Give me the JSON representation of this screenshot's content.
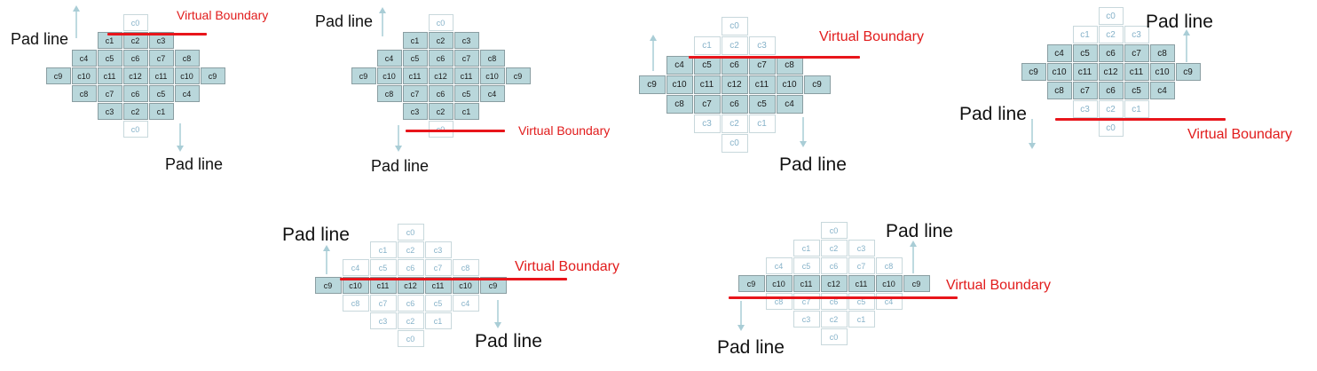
{
  "panels": [
    {
      "virtual_boundary": "Virtual Boundary",
      "pad_line_top": "Pad line",
      "pad_line_bottom": "Pad line",
      "rows": [
        [
          "c0"
        ],
        [
          "c1",
          "c2",
          "c3"
        ],
        [
          "c4",
          "c5",
          "c6",
          "c7",
          "c8"
        ],
        [
          "c9",
          "c10",
          "c11",
          "c12",
          "c11",
          "c10",
          "c9"
        ],
        [
          "c8",
          "c7",
          "c6",
          "c5",
          "c4"
        ],
        [
          "c3",
          "c2",
          "c1"
        ],
        [
          "c0"
        ]
      ],
      "active_rows": [
        false,
        true,
        true,
        true,
        true,
        true,
        false
      ]
    },
    {
      "virtual_boundary": "Virtual Boundary",
      "pad_line_top": "Pad line",
      "pad_line_bottom": "Pad line",
      "rows": [
        [
          "c0"
        ],
        [
          "c1",
          "c2",
          "c3"
        ],
        [
          "c4",
          "c5",
          "c6",
          "c7",
          "c8"
        ],
        [
          "c9",
          "c10",
          "c11",
          "c12",
          "c11",
          "c10",
          "c9"
        ],
        [
          "c8",
          "c7",
          "c6",
          "c5",
          "c4"
        ],
        [
          "c3",
          "c2",
          "c1"
        ],
        [
          "c0"
        ]
      ],
      "active_rows": [
        false,
        true,
        true,
        true,
        true,
        true,
        false
      ]
    },
    {
      "virtual_boundary": "Virtual Boundary",
      "pad_line_bottom": "Pad line",
      "rows": [
        [
          "c0"
        ],
        [
          "c1",
          "c2",
          "c3"
        ],
        [
          "c4",
          "c5",
          "c6",
          "c7",
          "c8"
        ],
        [
          "c9",
          "c10",
          "c11",
          "c12",
          "c11",
          "c10",
          "c9"
        ],
        [
          "c8",
          "c7",
          "c6",
          "c5",
          "c4"
        ],
        [
          "c3",
          "c2",
          "c1"
        ],
        [
          "c0"
        ]
      ],
      "active_rows": [
        false,
        false,
        true,
        true,
        true,
        false,
        false
      ]
    },
    {
      "virtual_boundary": "Virtual Boundary",
      "pad_line_top": "Pad line",
      "pad_line_bottom": "Pad line",
      "rows": [
        [
          "c0"
        ],
        [
          "c1",
          "c2",
          "c3"
        ],
        [
          "c4",
          "c5",
          "c6",
          "c7",
          "c8"
        ],
        [
          "c9",
          "c10",
          "c11",
          "c12",
          "c11",
          "c10",
          "c9"
        ],
        [
          "c8",
          "c7",
          "c6",
          "c5",
          "c4"
        ],
        [
          "c3",
          "c2",
          "c1"
        ],
        [
          "c0"
        ]
      ],
      "active_rows": [
        false,
        false,
        true,
        true,
        true,
        false,
        false
      ]
    },
    {
      "virtual_boundary": "Virtual Boundary",
      "pad_line_top": "Pad line",
      "pad_line_bottom": "Pad line",
      "rows": [
        [
          "c0"
        ],
        [
          "c1",
          "c2",
          "c3"
        ],
        [
          "c4",
          "c5",
          "c6",
          "c7",
          "c8"
        ],
        [
          "c9",
          "c10",
          "c11",
          "c12",
          "c11",
          "c10",
          "c9"
        ],
        [
          "c8",
          "c7",
          "c6",
          "c5",
          "c4"
        ],
        [
          "c3",
          "c2",
          "c1"
        ],
        [
          "c0"
        ]
      ],
      "active_rows": [
        false,
        false,
        false,
        true,
        false,
        false,
        false
      ]
    },
    {
      "virtual_boundary": "Virtual Boundary",
      "pad_line_top": "Pad line",
      "pad_line_bottom": "Pad line",
      "rows": [
        [
          "c0"
        ],
        [
          "c1",
          "c2",
          "c3"
        ],
        [
          "c4",
          "c5",
          "c6",
          "c7",
          "c8"
        ],
        [
          "c9",
          "c10",
          "c11",
          "c12",
          "c11",
          "c10",
          "c9"
        ],
        [
          "c8",
          "c7",
          "c6",
          "c5",
          "c4"
        ],
        [
          "c3",
          "c2",
          "c1"
        ],
        [
          "c0"
        ]
      ],
      "active_rows": [
        false,
        false,
        false,
        true,
        false,
        false,
        false
      ]
    }
  ],
  "colors": {
    "active_fill": "#b9d7db",
    "active_border": "#8a9ea2",
    "inactive_text": "#86b2c9",
    "inactive_border": "#c8d8dc",
    "boundary_line": "#e8151b",
    "boundary_text": "#e11b1b",
    "pad_arrow": "#a9cdd6"
  }
}
